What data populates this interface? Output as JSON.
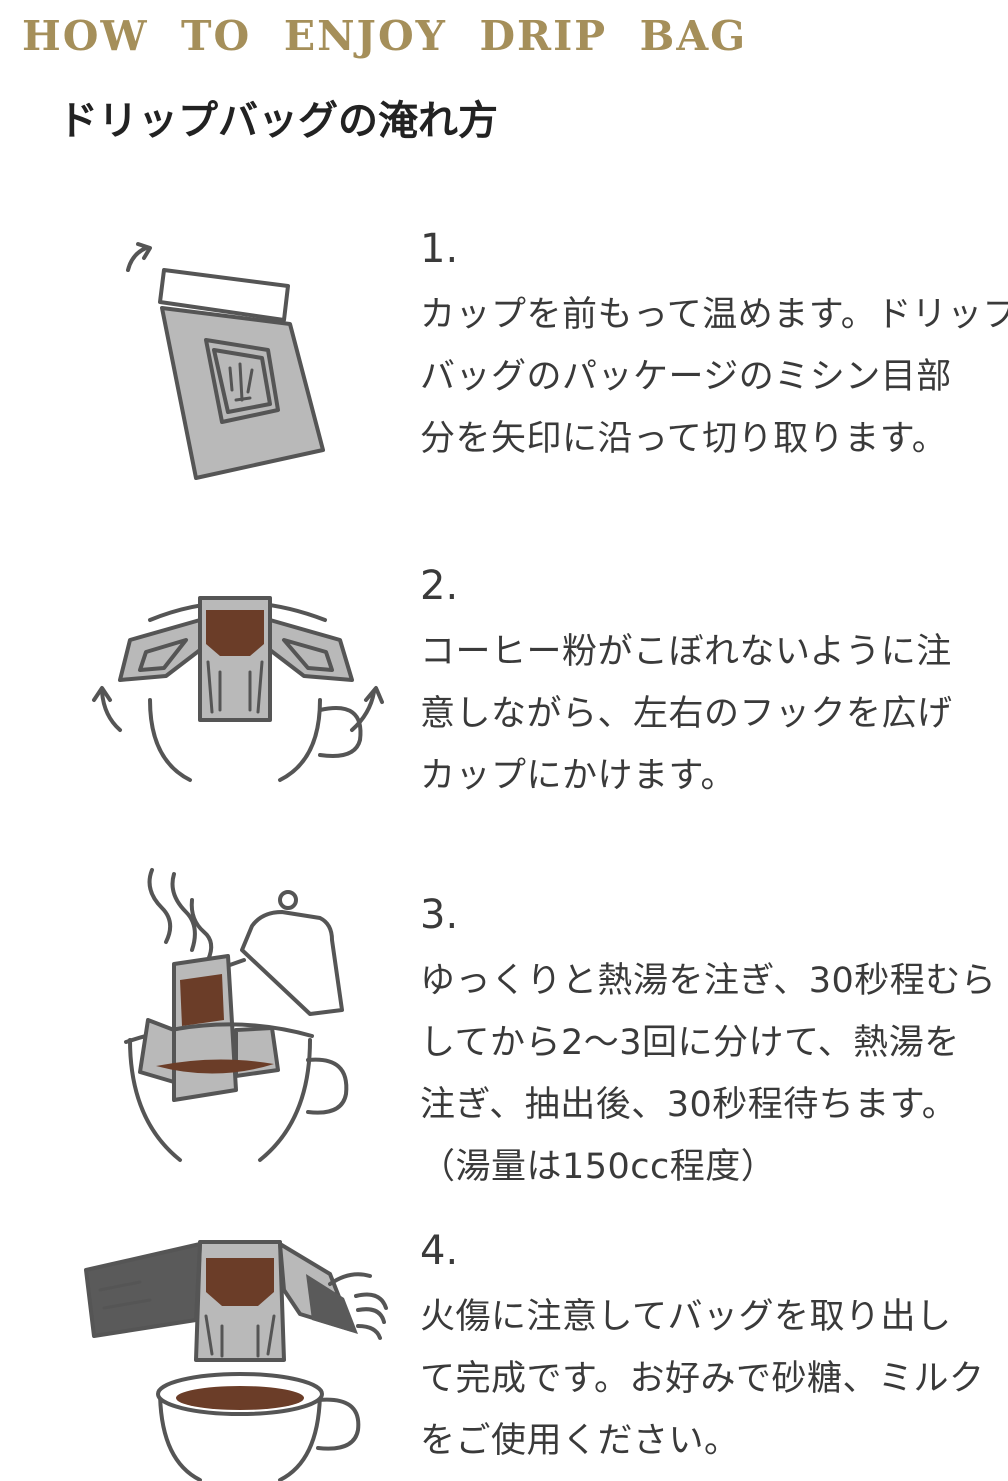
{
  "header": {
    "title_en": "HOW  TO  ENJOY  DRIP  BAG",
    "title_jp": "ドリップバッグの淹れ方"
  },
  "steps": [
    {
      "number": "1.",
      "lines": [
        "カップを前もって温めます。ドリップ",
        "バッグのパッケージのミシン目部",
        "分を矢印に沿って切り取ります。"
      ]
    },
    {
      "number": "2.",
      "lines": [
        "コーヒー粉がこぼれないように注",
        "意しながら、左右のフックを広げ",
        "カップにかけます。"
      ]
    },
    {
      "number": "3.",
      "lines": [
        "ゆっくりと熱湯を注ぎ、30秒程むら",
        "してから2〜3回に分けて、熱湯を",
        "注ぎ、抽出後、30秒程待ちます。",
        "（湯量は150cc程度）"
      ]
    },
    {
      "number": "4.",
      "lines": [
        "火傷に注意してバッグを取り出し",
        "て完成です。お好みで砂糖、ミルク",
        "をご使用ください。"
      ]
    }
  ],
  "colors": {
    "title_en": "#a58f5a",
    "text": "#3a3a3a",
    "coffee": "#6b3d28",
    "bag_grey": "#b9b9b9"
  }
}
